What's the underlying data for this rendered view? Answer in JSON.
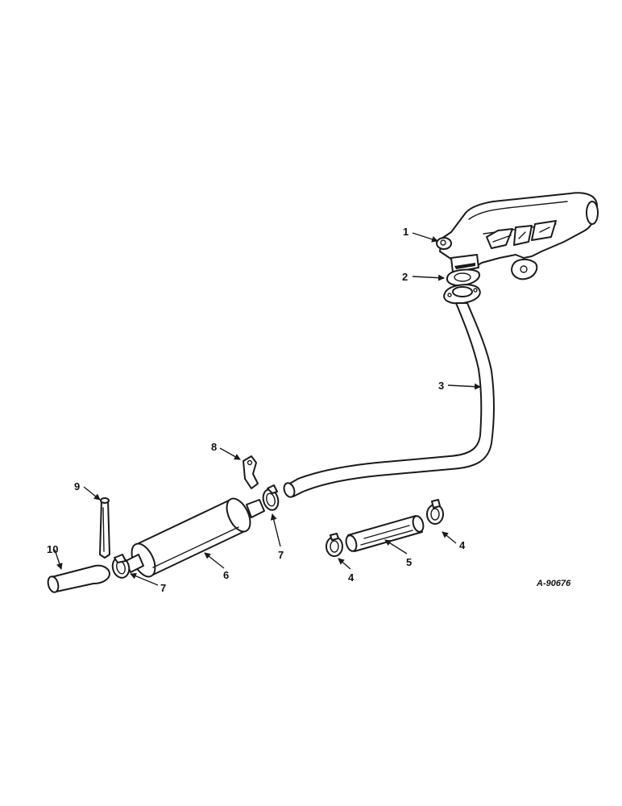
{
  "figure_number": "A-90676",
  "callouts": [
    {
      "id": "c1",
      "label": "1"
    },
    {
      "id": "c2",
      "label": "2"
    },
    {
      "id": "c3",
      "label": "3"
    },
    {
      "id": "c4a",
      "label": "4"
    },
    {
      "id": "c4b",
      "label": "4"
    },
    {
      "id": "c5",
      "label": "5"
    },
    {
      "id": "c6",
      "label": "6"
    },
    {
      "id": "c7a",
      "label": "7"
    },
    {
      "id": "c7b",
      "label": "7"
    },
    {
      "id": "c8",
      "label": "8"
    },
    {
      "id": "c9",
      "label": "9"
    },
    {
      "id": "c10",
      "label": "10"
    }
  ]
}
